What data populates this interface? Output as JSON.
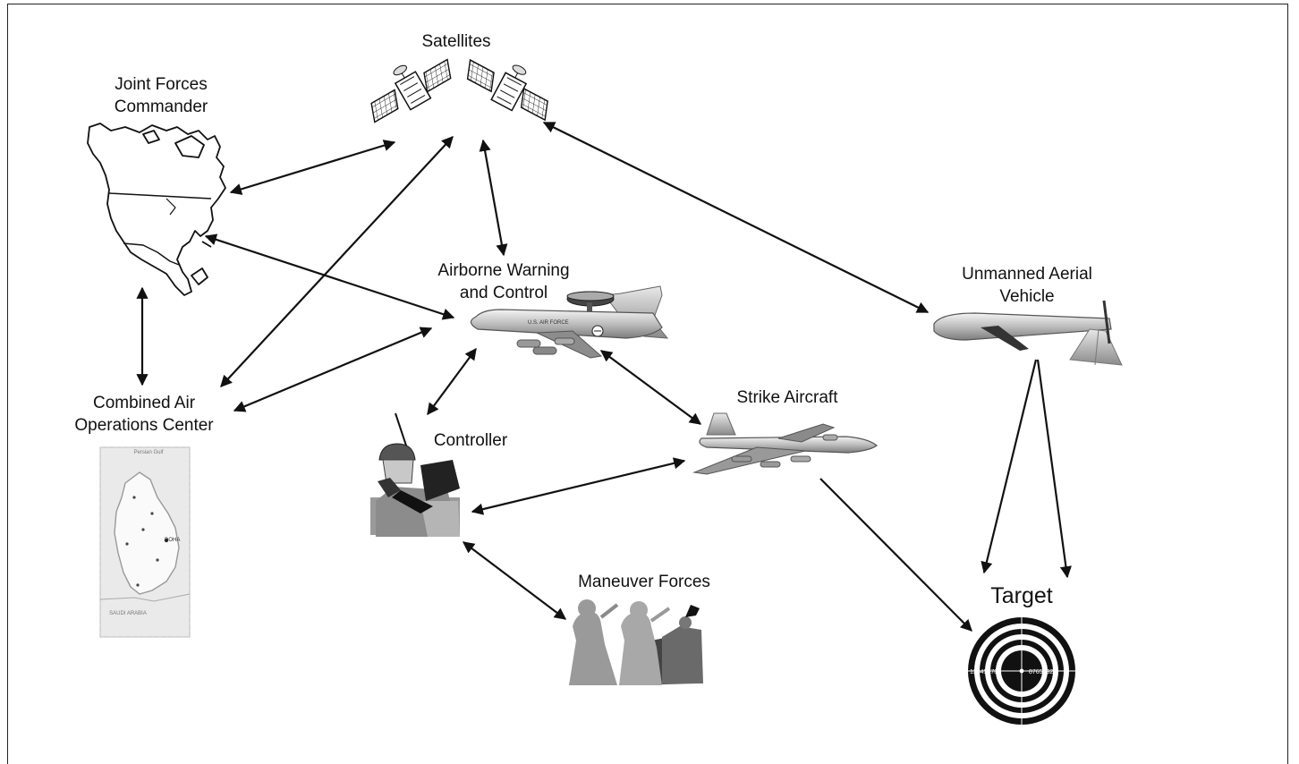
{
  "nodes": {
    "satellites": {
      "label": "Satellites"
    },
    "joint_forces": {
      "line1": "Joint Forces",
      "line2": "Commander"
    },
    "awacs": {
      "line1": "Airborne Warning",
      "line2": "and Control",
      "tail_marking": "U.S. AIR FORCE"
    },
    "uav": {
      "line1": "Unmanned Aerial",
      "line2": "Vehicle"
    },
    "caoc": {
      "line1": "Combined Air",
      "line2": "Operations Center"
    },
    "strike": {
      "label": "Strike Aircraft"
    },
    "controller": {
      "label": "Controller"
    },
    "maneuver": {
      "label": "Maneuver Forces"
    },
    "target": {
      "label": "Target",
      "scale_left": "12345678",
      "scale_right": "87654321"
    }
  },
  "map": {
    "top_text": "Persian Gulf",
    "bottom_text": "SAUDI ARABIA",
    "city": "DOHA"
  },
  "colors": {
    "line": "#111111",
    "gray": "#9a9a9a",
    "dark": "#333333"
  }
}
